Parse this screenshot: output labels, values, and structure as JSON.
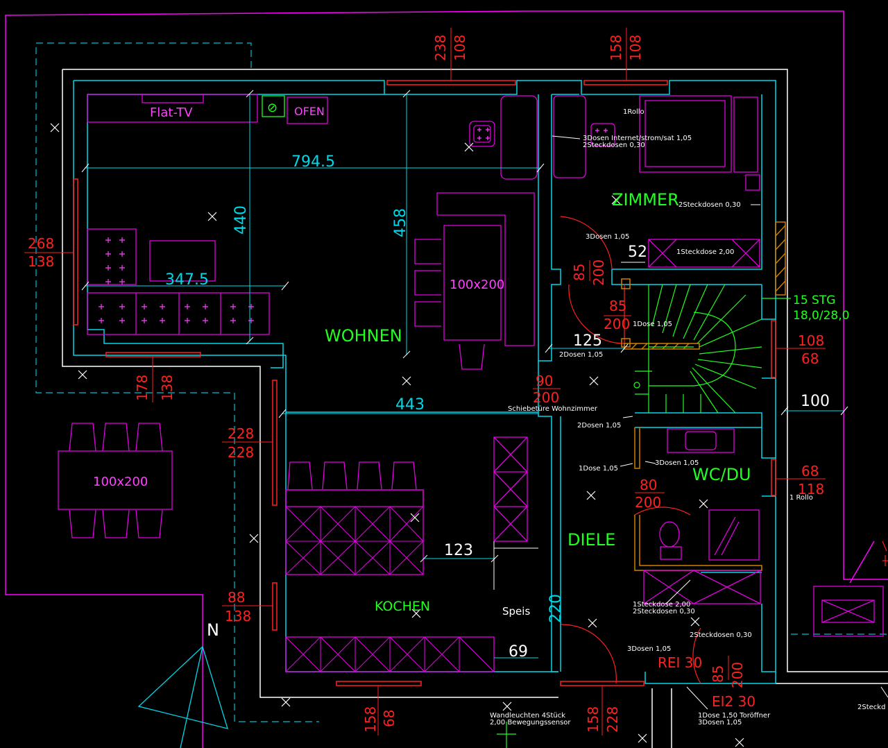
{
  "colors": {
    "background": "#000000",
    "wall_outer": "#ffffff",
    "wall_inner": "#00d8e8",
    "property": "#ff00ff",
    "furniture": "#e000e0",
    "window": "#ff2020",
    "label_green": "#00ff00",
    "label_cyan": "#00d8e8",
    "dim_red": "#ff2020",
    "hatch": "#d08000",
    "stair": "#20ff20"
  },
  "rooms": {
    "wohnen": "WOHNEN",
    "zimmer": "ZIMMER",
    "kochen": "KOCHEN",
    "diele": "DIELE",
    "wc_du": "WC/DU",
    "speis": "Speis"
  },
  "furniture": {
    "flat_tv": "Flat-TV",
    "ofen": "OFEN",
    "ofen_symbol": "⊘",
    "table_inside": "100x200",
    "table_terrace": "100x200"
  },
  "north": "N",
  "dimensions": {
    "d794": "794.5",
    "d440": "440",
    "d458": "458",
    "d347": "347.5",
    "d443": "443",
    "d125": "125",
    "d123": "123",
    "d69": "69",
    "d220": "220",
    "d100": "100",
    "d52": "52"
  },
  "openings": {
    "w_top1_a": "238",
    "w_top1_b": "108",
    "w_top2_a": "158",
    "w_top2_b": "108",
    "w_left_a": "268",
    "w_left_b": "138",
    "w_bot1_a": "178",
    "w_bot1_b": "138",
    "w_mid_a": "228",
    "w_mid_b": "228",
    "w_low_a": "88",
    "w_low_b": "138",
    "w_bot2_a": "158",
    "w_bot2_b": "68",
    "w_bot3_a": "158",
    "w_bot3_b": "228",
    "w_right1_a": "108",
    "w_right1_b": "68",
    "w_right2_a": "68",
    "w_right2_b": "118",
    "d_zimmer_a": "85",
    "d_zimmer_b": "200",
    "d_stair_a": "85",
    "d_stair_b": "200",
    "d_wohn_a": "90",
    "d_wohn_b": "200",
    "d_wc_a": "80",
    "d_wc_b": "200",
    "d_entry_a": "85",
    "d_entry_b": "200"
  },
  "stair": {
    "count": "15 STG",
    "ratio": "18,0/28,0"
  },
  "fire": {
    "rei": "REI 30",
    "ei2": "EI2 30"
  },
  "annotations": {
    "rollo_zimmer": "1Rollo",
    "internet_1": "3Dosen Internet/strom/sat 1,05",
    "internet_2": "2Steckdosen 0,30",
    "steckdosen_zimmer": "2Steckdosen 0,30",
    "dosen_105": "3Dosen 1,05",
    "steckdose_200": "1Steckdose 2,00",
    "dose_stair": "1Dose 1,05",
    "dosen_stair2": "2Dosen 1,05",
    "schiebetuer": "Schiebetüre Wohnzimmer",
    "dosen_diele": "2Dosen 1,05",
    "dose_diele2": "1Dose 1,05",
    "dosen_wc": "3Dosen 1,05",
    "rollo_wc": "1 Rollo",
    "steck_wc1": "1Steckdose 2,00",
    "steck_wc2": "2Steckdosen 0,30",
    "steck_wc3": "2Steckdosen 0,30",
    "dosen_entry": "3Dosen 1,05",
    "tor_1": "1Dose 1,50 Toröffner",
    "tor_2": "3Dosen 1,05",
    "wand_1": "Wandleuchten 4Stück",
    "wand_2": "2,00 Bewegungssensor",
    "steck_edge": "2Steckd"
  }
}
